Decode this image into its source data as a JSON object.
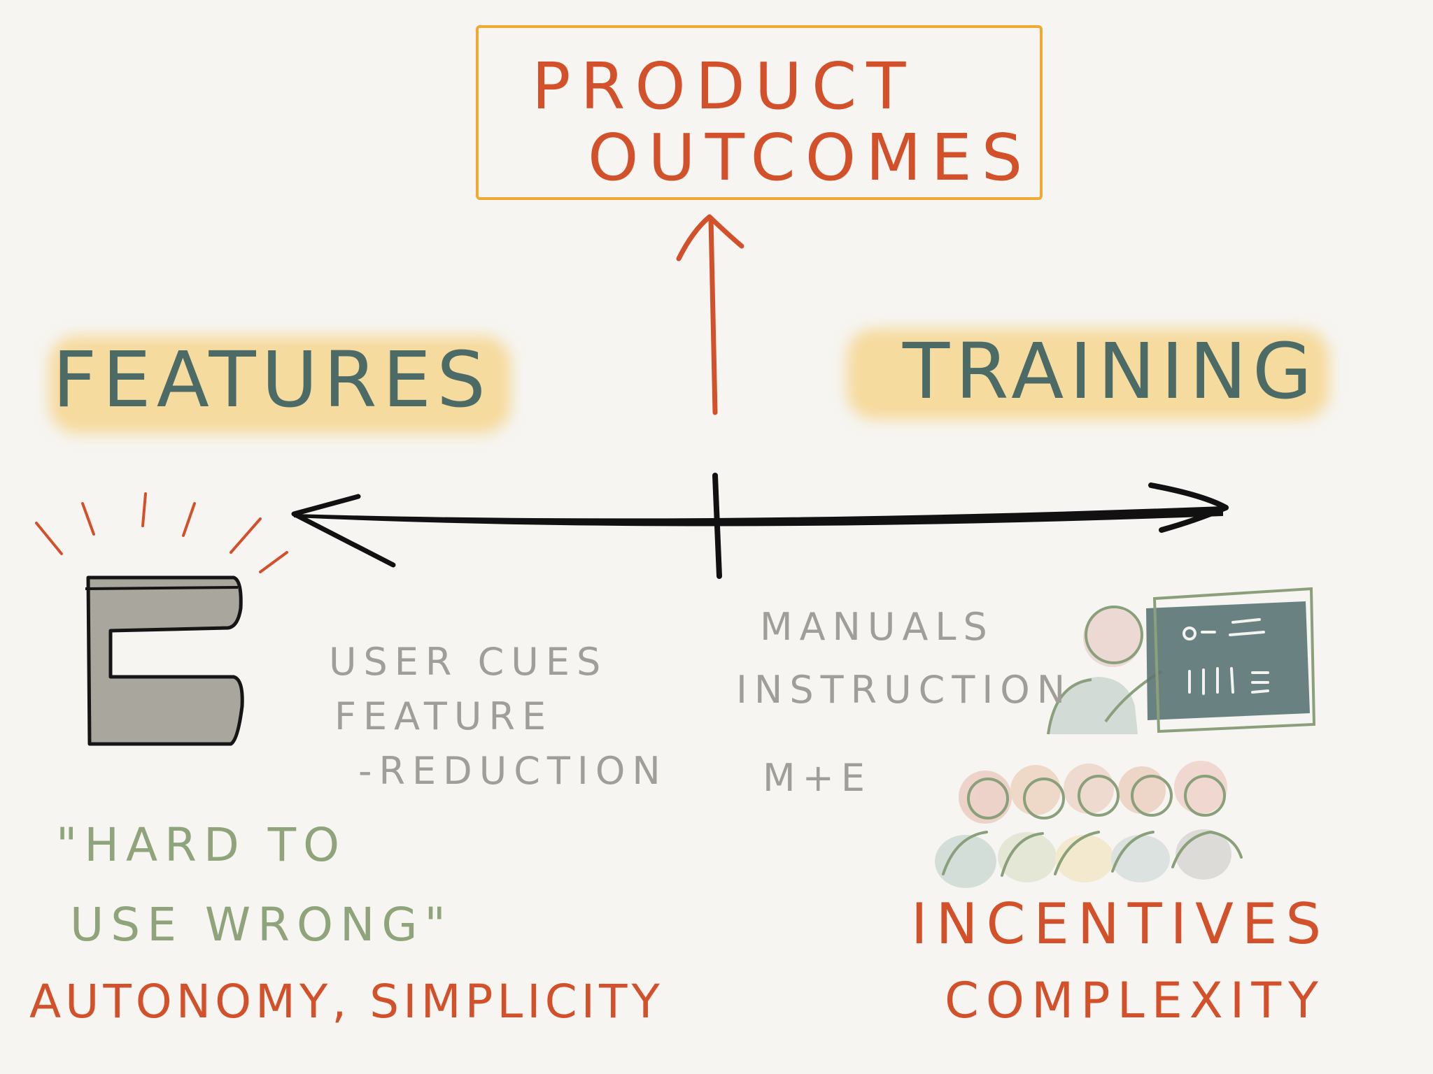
{
  "title": {
    "line1": "PRODUCT",
    "line2": "OUTCOMES"
  },
  "left": {
    "heading": "FEATURES",
    "notes": [
      "USER CUES",
      "FEATURE",
      "-REDUCTION"
    ],
    "quote_line1": "\"HARD TO",
    "quote_line2": "USE WRONG\"",
    "outcome": "AUTONOMY, SIMPLICITY"
  },
  "right": {
    "heading": "TRAINING",
    "notes": [
      "MANUALS",
      "INSTRUCTION",
      "M+E"
    ],
    "outcome_line1": "INCENTIVES",
    "outcome_line2": "COMPLEXITY"
  },
  "colors": {
    "accent_red": "#d2502a",
    "box_orange": "#efaa33",
    "highlight": "#f5c45a",
    "heading_teal": "#4d6b66",
    "note_gray": "#a09e98",
    "note_green": "#8fa47a",
    "board": "#5a7473"
  },
  "icons": [
    "feature-icon",
    "teacher-icon",
    "chalkboard-icon",
    "group-icon"
  ]
}
